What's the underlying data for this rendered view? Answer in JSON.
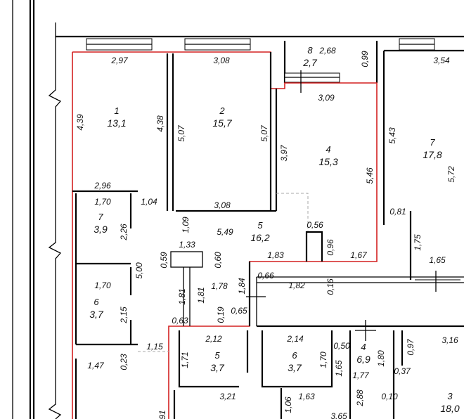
{
  "rooms": [
    {
      "id": "r1",
      "number": "1",
      "area": "13,1"
    },
    {
      "id": "r2",
      "number": "2",
      "area": "15,7"
    },
    {
      "id": "r8",
      "number": "8",
      "area": "2,7"
    },
    {
      "id": "r4",
      "number": "4",
      "area": "15,3"
    },
    {
      "id": "r7b",
      "number": "7",
      "area": "17,8"
    },
    {
      "id": "r7a",
      "number": "7",
      "area": "3,9"
    },
    {
      "id": "r5",
      "number": "5",
      "area": "16,2"
    },
    {
      "id": "r6a",
      "number": "6",
      "area": "3,7"
    },
    {
      "id": "r5b",
      "number": "5",
      "area": "3,7"
    },
    {
      "id": "r6b",
      "number": "6",
      "area": "3,7"
    },
    {
      "id": "r4b",
      "number": "4",
      "area": "6,9"
    },
    {
      "id": "r3",
      "number": "3",
      "area": "18,0"
    }
  ],
  "dimensions": [
    "2,97",
    "3,08",
    "2,68",
    "0,99",
    "3,54",
    "4,39",
    "4,38",
    "5,07",
    "5,07",
    "3,09",
    "3,97",
    "5,46",
    "5,43",
    "5,72",
    "2,96",
    "3,08",
    "1,70",
    "1,04",
    "2,26",
    "1,09",
    "5,49",
    "0,56",
    "0,96",
    "0,81",
    "1,75",
    "1,33",
    "0,59",
    "0,60",
    "5,00",
    "1,83",
    "1,67",
    "1,65",
    "0,66",
    "1,82",
    "0,16",
    "1,84",
    "1,78",
    "1,70",
    "1,81",
    "1,81",
    "2,15",
    "0,19",
    "0,65",
    "0,63",
    "2,12",
    "2,14",
    "0,50",
    "1,77",
    "1,80",
    "0,97",
    "3,16",
    "1,15",
    "1,47",
    "0,23",
    "1,71",
    "1,70",
    "1,65",
    "0,37",
    "3,21",
    "1,06",
    "1,63",
    "2,88",
    "0,10",
    "3,65",
    "91"
  ]
}
